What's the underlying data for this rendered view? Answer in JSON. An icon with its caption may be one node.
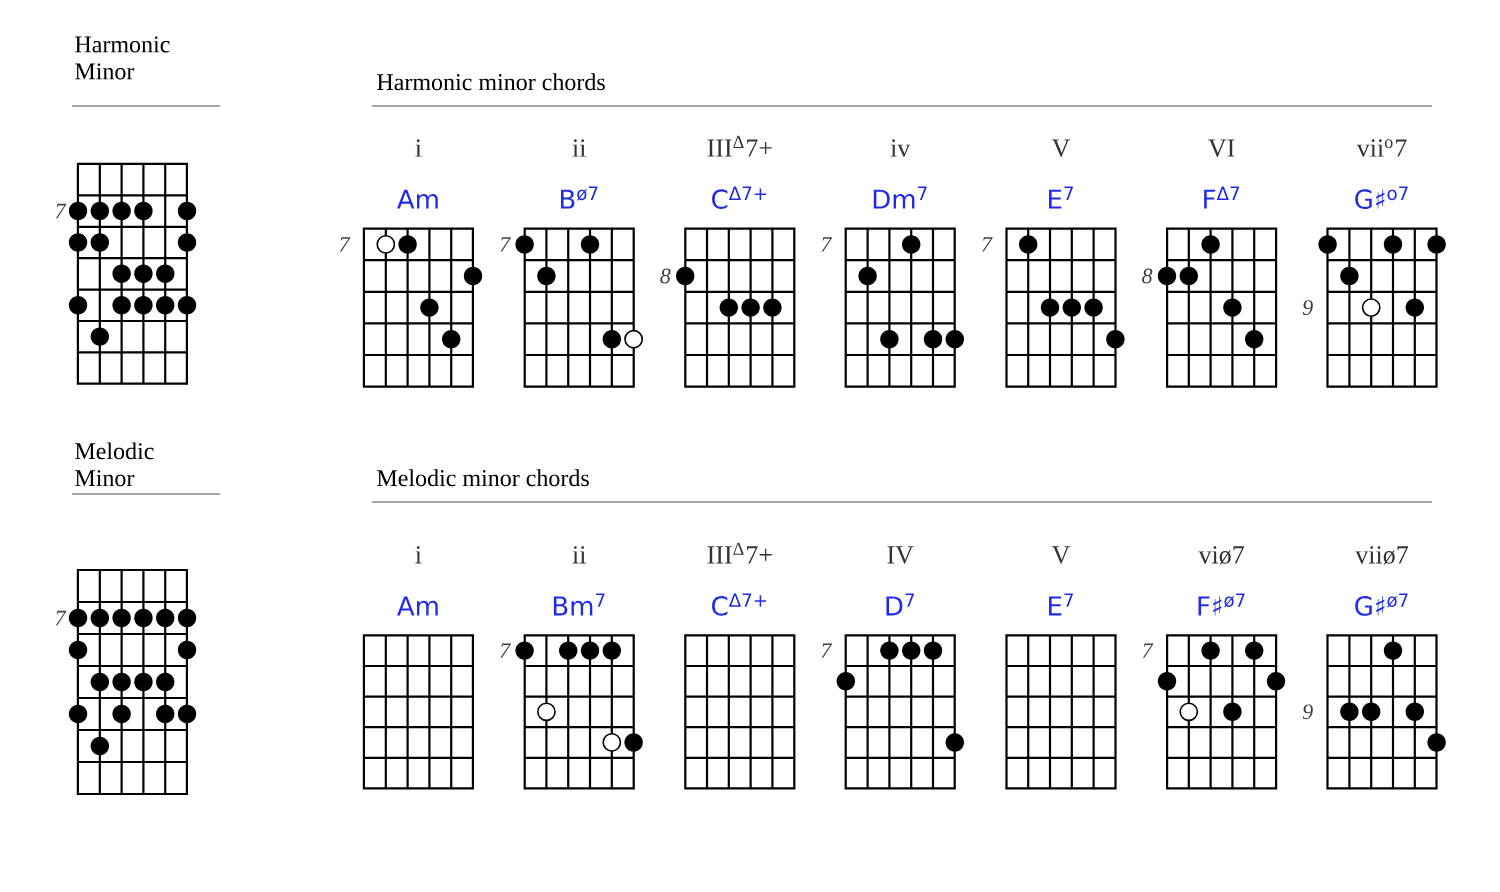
{
  "diagram": {
    "nodes": [
      {
        "text": [],
        "shape": "box",
        "beside": [
          "7"
        ]
      },
      {
        "text": [
          "Am"
        ],
        "beside": [
          "i",
          "7"
        ]
      },
      {
        "text": [
          "B$^{ø7}$"
        ],
        "beside": [
          "ii",
          "7"
        ]
      },
      {
        "text": [
          "C$^{Δ7+}$"
        ],
        "beside": [
          "III$^{Δ}$7+",
          "8"
        ]
      },
      {
        "text": [
          "Dm$^{7}$"
        ],
        "beside": [
          "iv",
          "7"
        ]
      },
      {
        "text": [
          "E$^{7}$"
        ],
        "beside": [
          "V",
          "7"
        ]
      },
      {
        "text": [
          "F$^{Δ7}$"
        ],
        "beside": [
          "VI",
          "8"
        ]
      },
      {
        "text": [
          "G♯$^{o7}$"
        ],
        "beside": [
          "vii$^{o}$7",
          "9"
        ]
      },
      {
        "text": [],
        "shape": "box",
        "beside": [
          "7"
        ]
      },
      {
        "text": [
          "Am"
        ],
        "beside": [
          "i"
        ]
      },
      {
        "text": [
          "Bm$^{7}$"
        ],
        "beside": [
          "ii",
          "7"
        ]
      },
      {
        "text": [
          "C$^{Δ7+}$"
        ],
        "beside": [
          "III$^{Δ}$7+"
        ]
      },
      {
        "text": [
          "D$^{7}$"
        ],
        "beside": [
          "IV",
          "7"
        ]
      },
      {
        "text": [
          "E$^{7}$"
        ],
        "beside": [
          "V"
        ]
      },
      {
        "text": [
          "F♯$^{ø7}$"
        ],
        "beside": [
          "viø7",
          "7"
        ]
      },
      {
        "text": [
          "G♯$^{ø7}$"
        ],
        "beside": [
          "viiø7",
          "9"
        ]
      }
    ],
    "labels": [
      "Harmonic Minor",
      "Harmonic minor chords",
      "Melodic Minor",
      "Melodic minor chords"
    ]
  }
}
